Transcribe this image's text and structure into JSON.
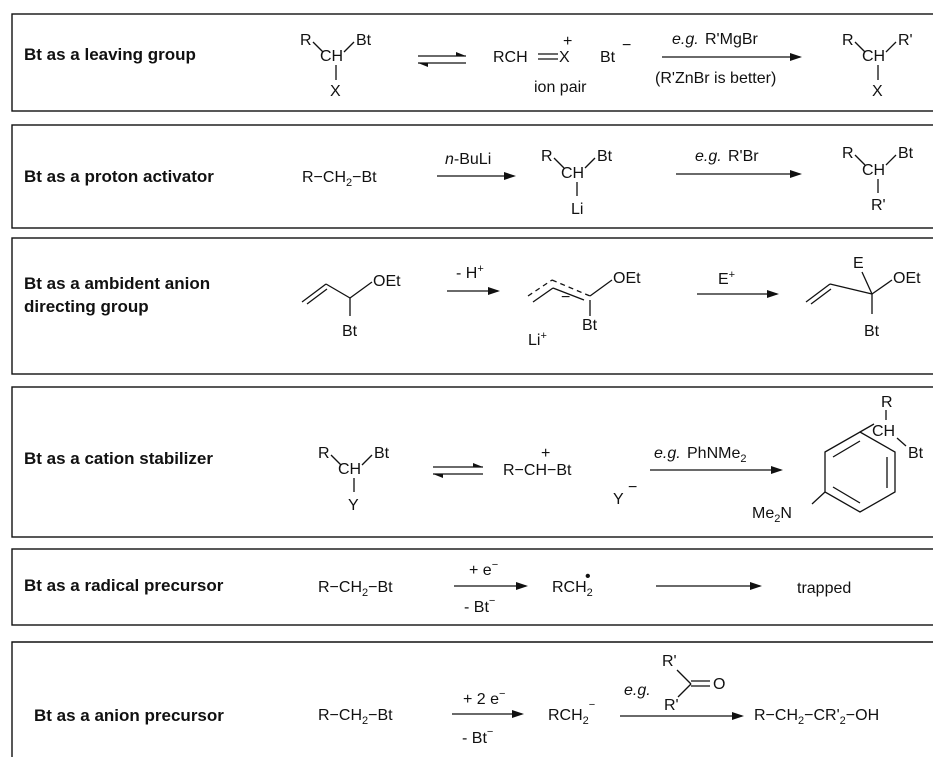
{
  "panels": [
    {
      "label": "Bt as a leaving group",
      "sub_R": "R",
      "sub_CH": "CH",
      "sub_Bt": "Bt",
      "sub_X": "X",
      "ion_RCH": "RCH",
      "ion_X": "X",
      "ion_plus": "+",
      "ion_Bt": "Bt",
      "ion_minus": "−",
      "ion_pair": "ion pair",
      "reagent_eg": "e.g.",
      "reagent": "R'MgBr",
      "note": "(R'ZnBr is better)",
      "prod_R": "R",
      "prod_CH": "CH",
      "prod_Rp": "R'",
      "prod_X": "X"
    },
    {
      "label": "Bt as a proton activator",
      "start": "R−CH",
      "start_sub": "2",
      "start_tail": "−Bt",
      "reagent1_prefix": "n",
      "reagent1": "-BuLi",
      "int_R": "R",
      "int_CH": "CH",
      "int_Bt": "Bt",
      "int_Li": "Li",
      "reagent2_eg": "e.g.",
      "reagent2": "R'Br",
      "prod_R": "R",
      "prod_CH": "CH",
      "prod_Bt": "Bt",
      "prod_Rp": "R'"
    },
    {
      "label_line1": "Bt as a ambident anion",
      "label_line2": "directing group",
      "s_OEt": "OEt",
      "s_Bt": "Bt",
      "r1": "- H",
      "r1_sup": "+",
      "i_minus": "−",
      "i_OEt": "OEt",
      "i_Li": "Li",
      "i_Li_sup": "+",
      "i_Bt": "Bt",
      "r2": "E",
      "r2_sup": "+",
      "p_E": "E",
      "p_OEt": "OEt",
      "p_Bt": "Bt"
    },
    {
      "label": "Bt as a cation stabilizer",
      "s_R": "R",
      "s_CH": "CH",
      "s_Bt": "Bt",
      "s_Y": "Y",
      "c_text": "R−CH−Bt",
      "c_plus": "+",
      "c_Y": "Y",
      "c_Ym": "−",
      "reagent_eg": "e.g.",
      "reagent": "PhNMe",
      "reagent_sub": "2",
      "p_R": "R",
      "p_CH": "CH",
      "p_Bt": "Bt",
      "p_Me": "Me",
      "p_Me_sub": "2",
      "p_N": "N"
    },
    {
      "label": "Bt as a radical precursor",
      "start": "R−CH",
      "start_sub": "2",
      "start_tail": "−Bt",
      "above": "+ e",
      "above_sup": "−",
      "below": "- Bt",
      "below_sup": "−",
      "int": "RCH",
      "int_sub": "2",
      "int_dot": "•",
      "product": "trapped"
    },
    {
      "label": "Bt as a anion precursor",
      "start": "R−CH",
      "start_sub": "2",
      "start_tail": "−Bt",
      "above": "+ 2 e",
      "above_sup": "−",
      "below": "- Bt",
      "below_sup": "−",
      "int": "RCH",
      "int_sub": "2",
      "int_sup": "−",
      "reagent_eg": "e.g.",
      "ket_R1": "R'",
      "ket_R2": "R'",
      "ket_O": "O",
      "product": "R−CH",
      "product_sub": "2",
      "product_tail": "−CR'",
      "product_sub2": "2",
      "product_end": "−OH"
    }
  ]
}
